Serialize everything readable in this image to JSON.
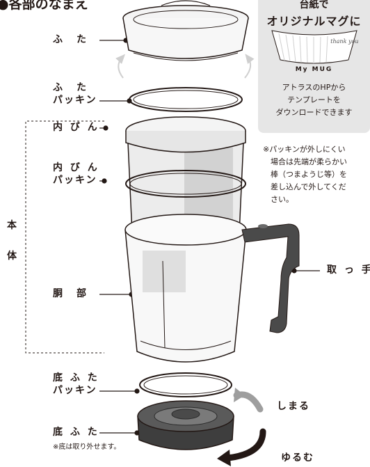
{
  "section_title": "●各部のなまえ",
  "callout": {
    "line1": "台紙で",
    "line2": "オリジナルマグに",
    "sample_text": "thank you!",
    "mug_label": "My MUG",
    "desc_lines": [
      "アトラスのHPから",
      "テンプレートを",
      "ダウンロードできます"
    ]
  },
  "note_lines": [
    "※パッキンが外しにくい",
    "場合は先端が柔らかい",
    "棒（つまようじ等）を",
    "差し込んで外してくだ",
    "さい。"
  ],
  "labels": {
    "lid": "ふ　た",
    "lid_gasket_1": "ふ　た",
    "lid_gasket_2": "パッキン",
    "inner_bottle": "内 び ん",
    "inner_gasket_1": "内 び ん",
    "inner_gasket_2": "パッキン",
    "main_body_1": "本",
    "main_body_2": "体",
    "body": "胴　部",
    "bottom_gasket_1": "底 ふ た",
    "bottom_gasket_2": "パッキン",
    "bottom_lid": "底 ふ た",
    "bottom_note": "※底は取り外せます。",
    "handle": "取 っ 手",
    "tighten": "しまる",
    "loosen": "ゆるむ"
  }
}
